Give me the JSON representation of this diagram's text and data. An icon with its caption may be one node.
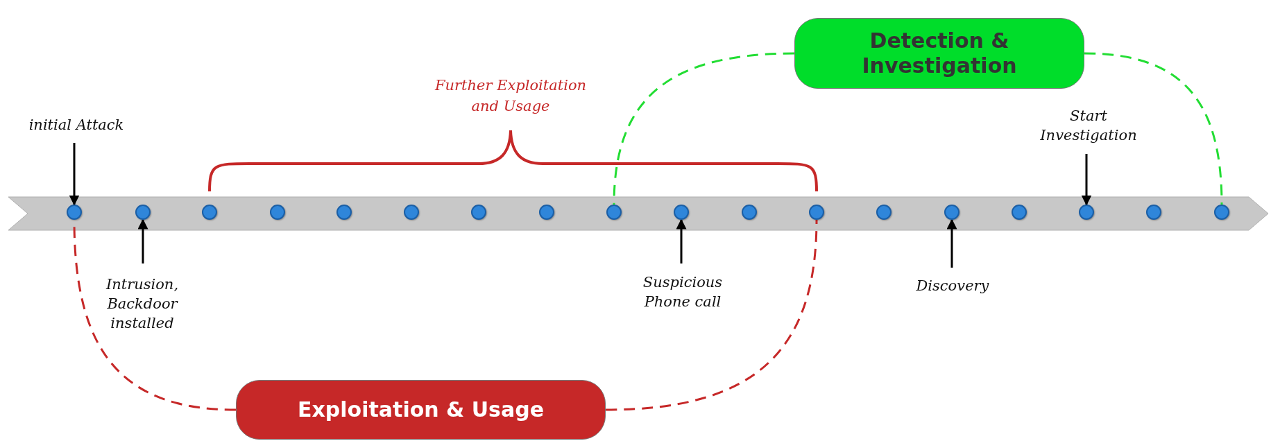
{
  "diagram": {
    "nodes": [
      {
        "text": [
          "Detection & Investigation"
        ]
      },
      {
        "text": [
          "initial Attack"
        ]
      },
      {
        "text": [
          "Start Investigation"
        ]
      },
      {
        "text": [],
        "shape": "circle"
      },
      {
        "text": [],
        "shape": "circle"
      },
      {
        "text": [],
        "shape": "circle"
      },
      {
        "text": [],
        "shape": "circle"
      },
      {
        "text": [],
        "shape": "circle"
      },
      {
        "text": [],
        "shape": "circle"
      },
      {
        "text": [],
        "shape": "circle"
      },
      {
        "text": [],
        "shape": "circle"
      },
      {
        "text": [],
        "shape": "circle"
      },
      {
        "text": [],
        "shape": "circle"
      },
      {
        "text": [],
        "shape": "circle"
      },
      {
        "text": [],
        "shape": "circle"
      },
      {
        "text": [],
        "shape": "circle"
      },
      {
        "text": [],
        "shape": "circle"
      },
      {
        "text": [],
        "shape": "circle"
      },
      {
        "text": [],
        "shape": "circle"
      },
      {
        "text": [],
        "shape": "circle"
      },
      {
        "text": [],
        "shape": "circle"
      },
      {
        "text": [
          "Intrusion, Backdoor installed"
        ]
      },
      {
        "text": [
          "Suspicious Phone call"
        ]
      },
      {
        "text": [
          "Discovery"
        ]
      },
      {
        "text": [
          "Exploitation & Usage"
        ]
      }
    ],
    "edges": [
      {
        "from": 1,
        "to": 3,
        "arrow": "to"
      },
      {
        "from": 21,
        "to": 4,
        "arrow": "to"
      },
      {
        "from": 22,
        "to": 12,
        "arrow": "to"
      },
      {
        "from": 23,
        "to": 16,
        "arrow": "to"
      },
      {
        "from": 2,
        "to": 18,
        "arrow": "to"
      },
      {
        "from": 24,
        "to": 3,
        "arrow": "none",
        "style": "dashed",
        "color": "#c62828"
      },
      {
        "from": 24,
        "to": 14,
        "arrow": "none",
        "style": "dashed",
        "color": "#c62828"
      },
      {
        "from": 0,
        "to": 11,
        "arrow": "none",
        "style": "dashed",
        "color": "#22dd33"
      },
      {
        "from": 0,
        "to": 20,
        "arrow": "none",
        "style": "dashed",
        "color": "#22dd33"
      }
    ],
    "labels": [
      "Further Exploitation and Usage"
    ]
  }
}
